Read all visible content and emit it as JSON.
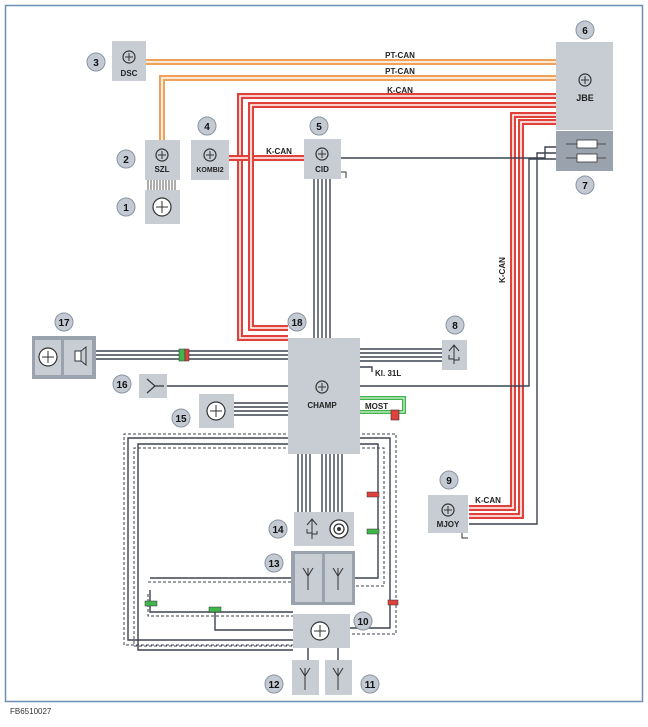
{
  "figure_id": "FB6510027",
  "bus_labels": {
    "ptcan_1": "PT-CAN",
    "ptcan_2": "PT-CAN",
    "kcan_top": "K-CAN",
    "kcan_kombi": "K-CAN",
    "kcan_vertical": "K-CAN",
    "kcan_mjoy": "K-CAN",
    "most": "MOST",
    "kl31": "Kl. 31L"
  },
  "components": {
    "c1": {
      "num": "1"
    },
    "c2": {
      "num": "2",
      "name": "SZL"
    },
    "c3": {
      "num": "3",
      "name": "DSC"
    },
    "c4": {
      "num": "4",
      "name": "KOMBI2"
    },
    "c5": {
      "num": "5",
      "name": "CID"
    },
    "c6": {
      "num": "6",
      "name": "JBE"
    },
    "c7": {
      "num": "7"
    },
    "c8": {
      "num": "8"
    },
    "c9": {
      "num": "9",
      "name": "MJOY"
    },
    "c10": {
      "num": "10"
    },
    "c11": {
      "num": "11"
    },
    "c12": {
      "num": "12"
    },
    "c13": {
      "num": "13"
    },
    "c14": {
      "num": "14"
    },
    "c15": {
      "num": "15"
    },
    "c16": {
      "num": "16"
    },
    "c17": {
      "num": "17"
    },
    "c18": {
      "num": "18",
      "name": "CHAMP"
    }
  },
  "colors": {
    "frame": "#6b8fb5",
    "box": "#c8cdd3",
    "box_dark": "#9aa3ad",
    "circle": "#c3cad3",
    "pt_can_orange": "#f0a15a",
    "k_can_red": "#e0413a",
    "most_green": "#3fb54a",
    "wire": "#3c4250"
  }
}
